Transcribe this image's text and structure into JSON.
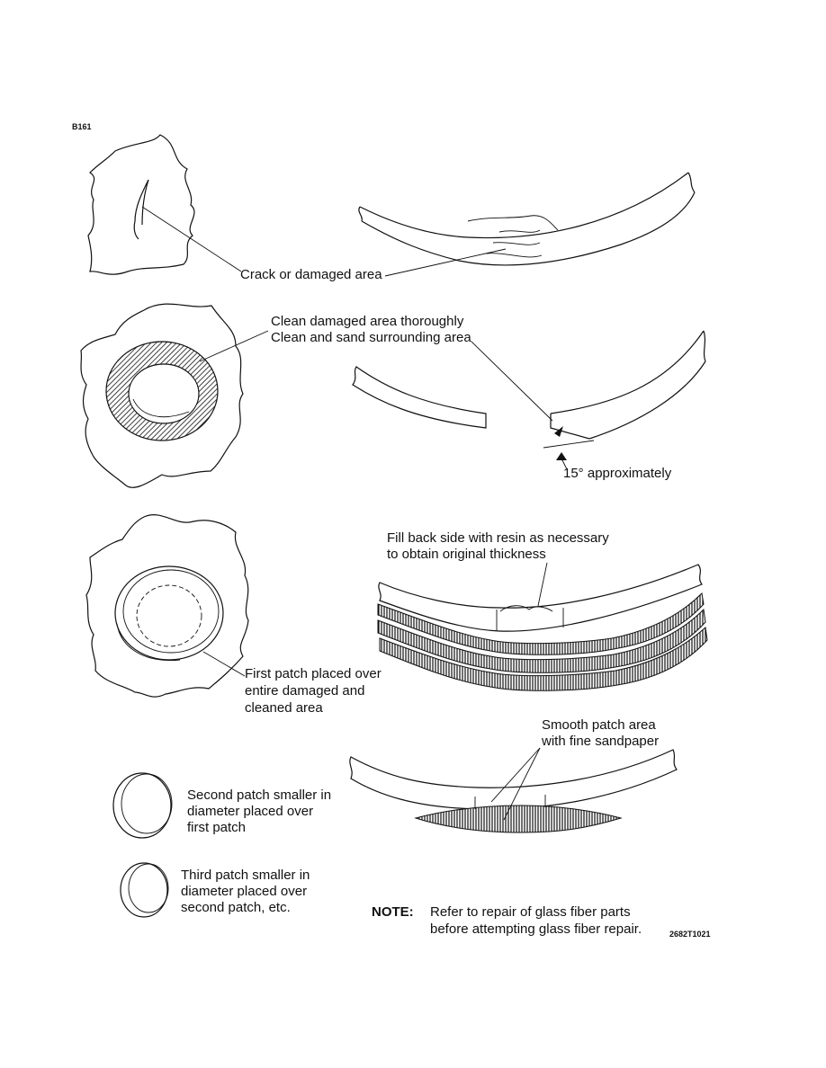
{
  "figure_id": "B161",
  "figure_code": "2682T1021",
  "labels": {
    "crack": "Crack or damaged area",
    "clean1": "Clean damaged area thoroughly",
    "clean2": "Clean and sand surrounding area",
    "angle": "15° approximately",
    "fill1": "Fill back side with resin as necessary",
    "fill2": "to obtain original thickness",
    "first1": "First patch placed over",
    "first2": "entire damaged and",
    "first3": "cleaned area",
    "smooth1": "Smooth patch area",
    "smooth2": "with fine sandpaper",
    "second1": "Second patch smaller in",
    "second2": "diameter placed over",
    "second3": "first patch",
    "third1": "Third patch smaller in",
    "third2": "diameter placed over",
    "third3": "second patch, etc."
  },
  "note": {
    "key": "NOTE:",
    "line1": "Refer to repair of glass fiber parts",
    "line2": "before attempting glass fiber repair."
  }
}
